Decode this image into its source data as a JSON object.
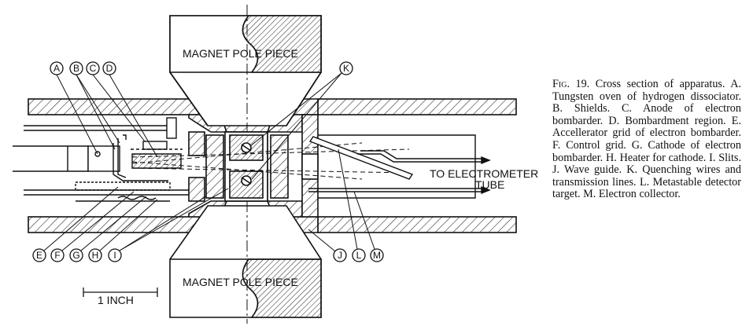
{
  "diagram": {
    "magnet_top_label": "MAGNET POLE PIECE",
    "magnet_bottom_label": "MAGNET POLE PIECE",
    "electrometer_label_line1": "TO ELECTROMETER",
    "electrometer_label_line2": "TUBE",
    "scale_label": "1 INCH",
    "callouts": [
      "A",
      "B",
      "C",
      "D",
      "E",
      "F",
      "G",
      "H",
      "I",
      "J",
      "K",
      "L",
      "M"
    ]
  },
  "caption": {
    "figure_number": "Fig. 19.",
    "text": "Cross section of apparatus. A. Tungsten oven of hydrogen dissociator. B. Shields. C. Anode of electron bombarder. D. Bombardment region. E. Accellerator grid of electron bombarder. F. Control grid. G. Cathode of electron bombarder. H. Heater for cathode. I. Slits. J. Wave guide. K. Quenching wires and transmission lines. L. Metastable detector target. M. Electron collector."
  }
}
